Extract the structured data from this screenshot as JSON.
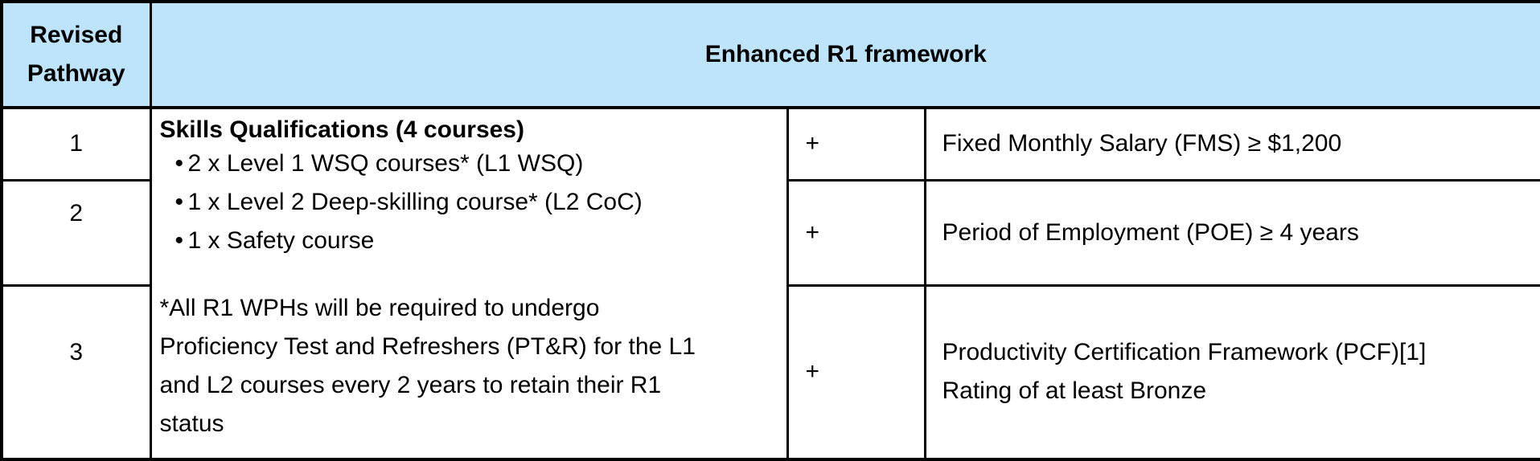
{
  "colors": {
    "header_bg": "#BDE4FB",
    "border": "#000000",
    "text": "#000000",
    "cell_bg": "#FFFFFF"
  },
  "header": {
    "pathway_label": "Revised Pathway",
    "framework_label": "Enhanced R1 framework"
  },
  "skills_cell": {
    "title": "Skills Qualifications (4 courses)",
    "bullets": [
      "2 x Level 1 WSQ courses* (L1 WSQ)",
      "1 x Level 2 Deep-skilling course* (L2 CoC)",
      "1 x Safety course"
    ],
    "footnote": "*All R1 WPHs will be required to undergo Proficiency Test and Refreshers (PT&R) for the L1 and L2 courses every 2 years to retain their R1 status"
  },
  "rows": [
    {
      "pathway": "1",
      "plus": "+",
      "requirement": "Fixed Monthly Salary (FMS) ≥ $1,200"
    },
    {
      "pathway": "2",
      "plus": "+",
      "requirement": "Period of Employment (POE) ≥ 4 years"
    },
    {
      "pathway": "3",
      "plus": "+",
      "requirement": "Productivity Certification Framework (PCF)[1] Rating of at least Bronze"
    }
  ]
}
